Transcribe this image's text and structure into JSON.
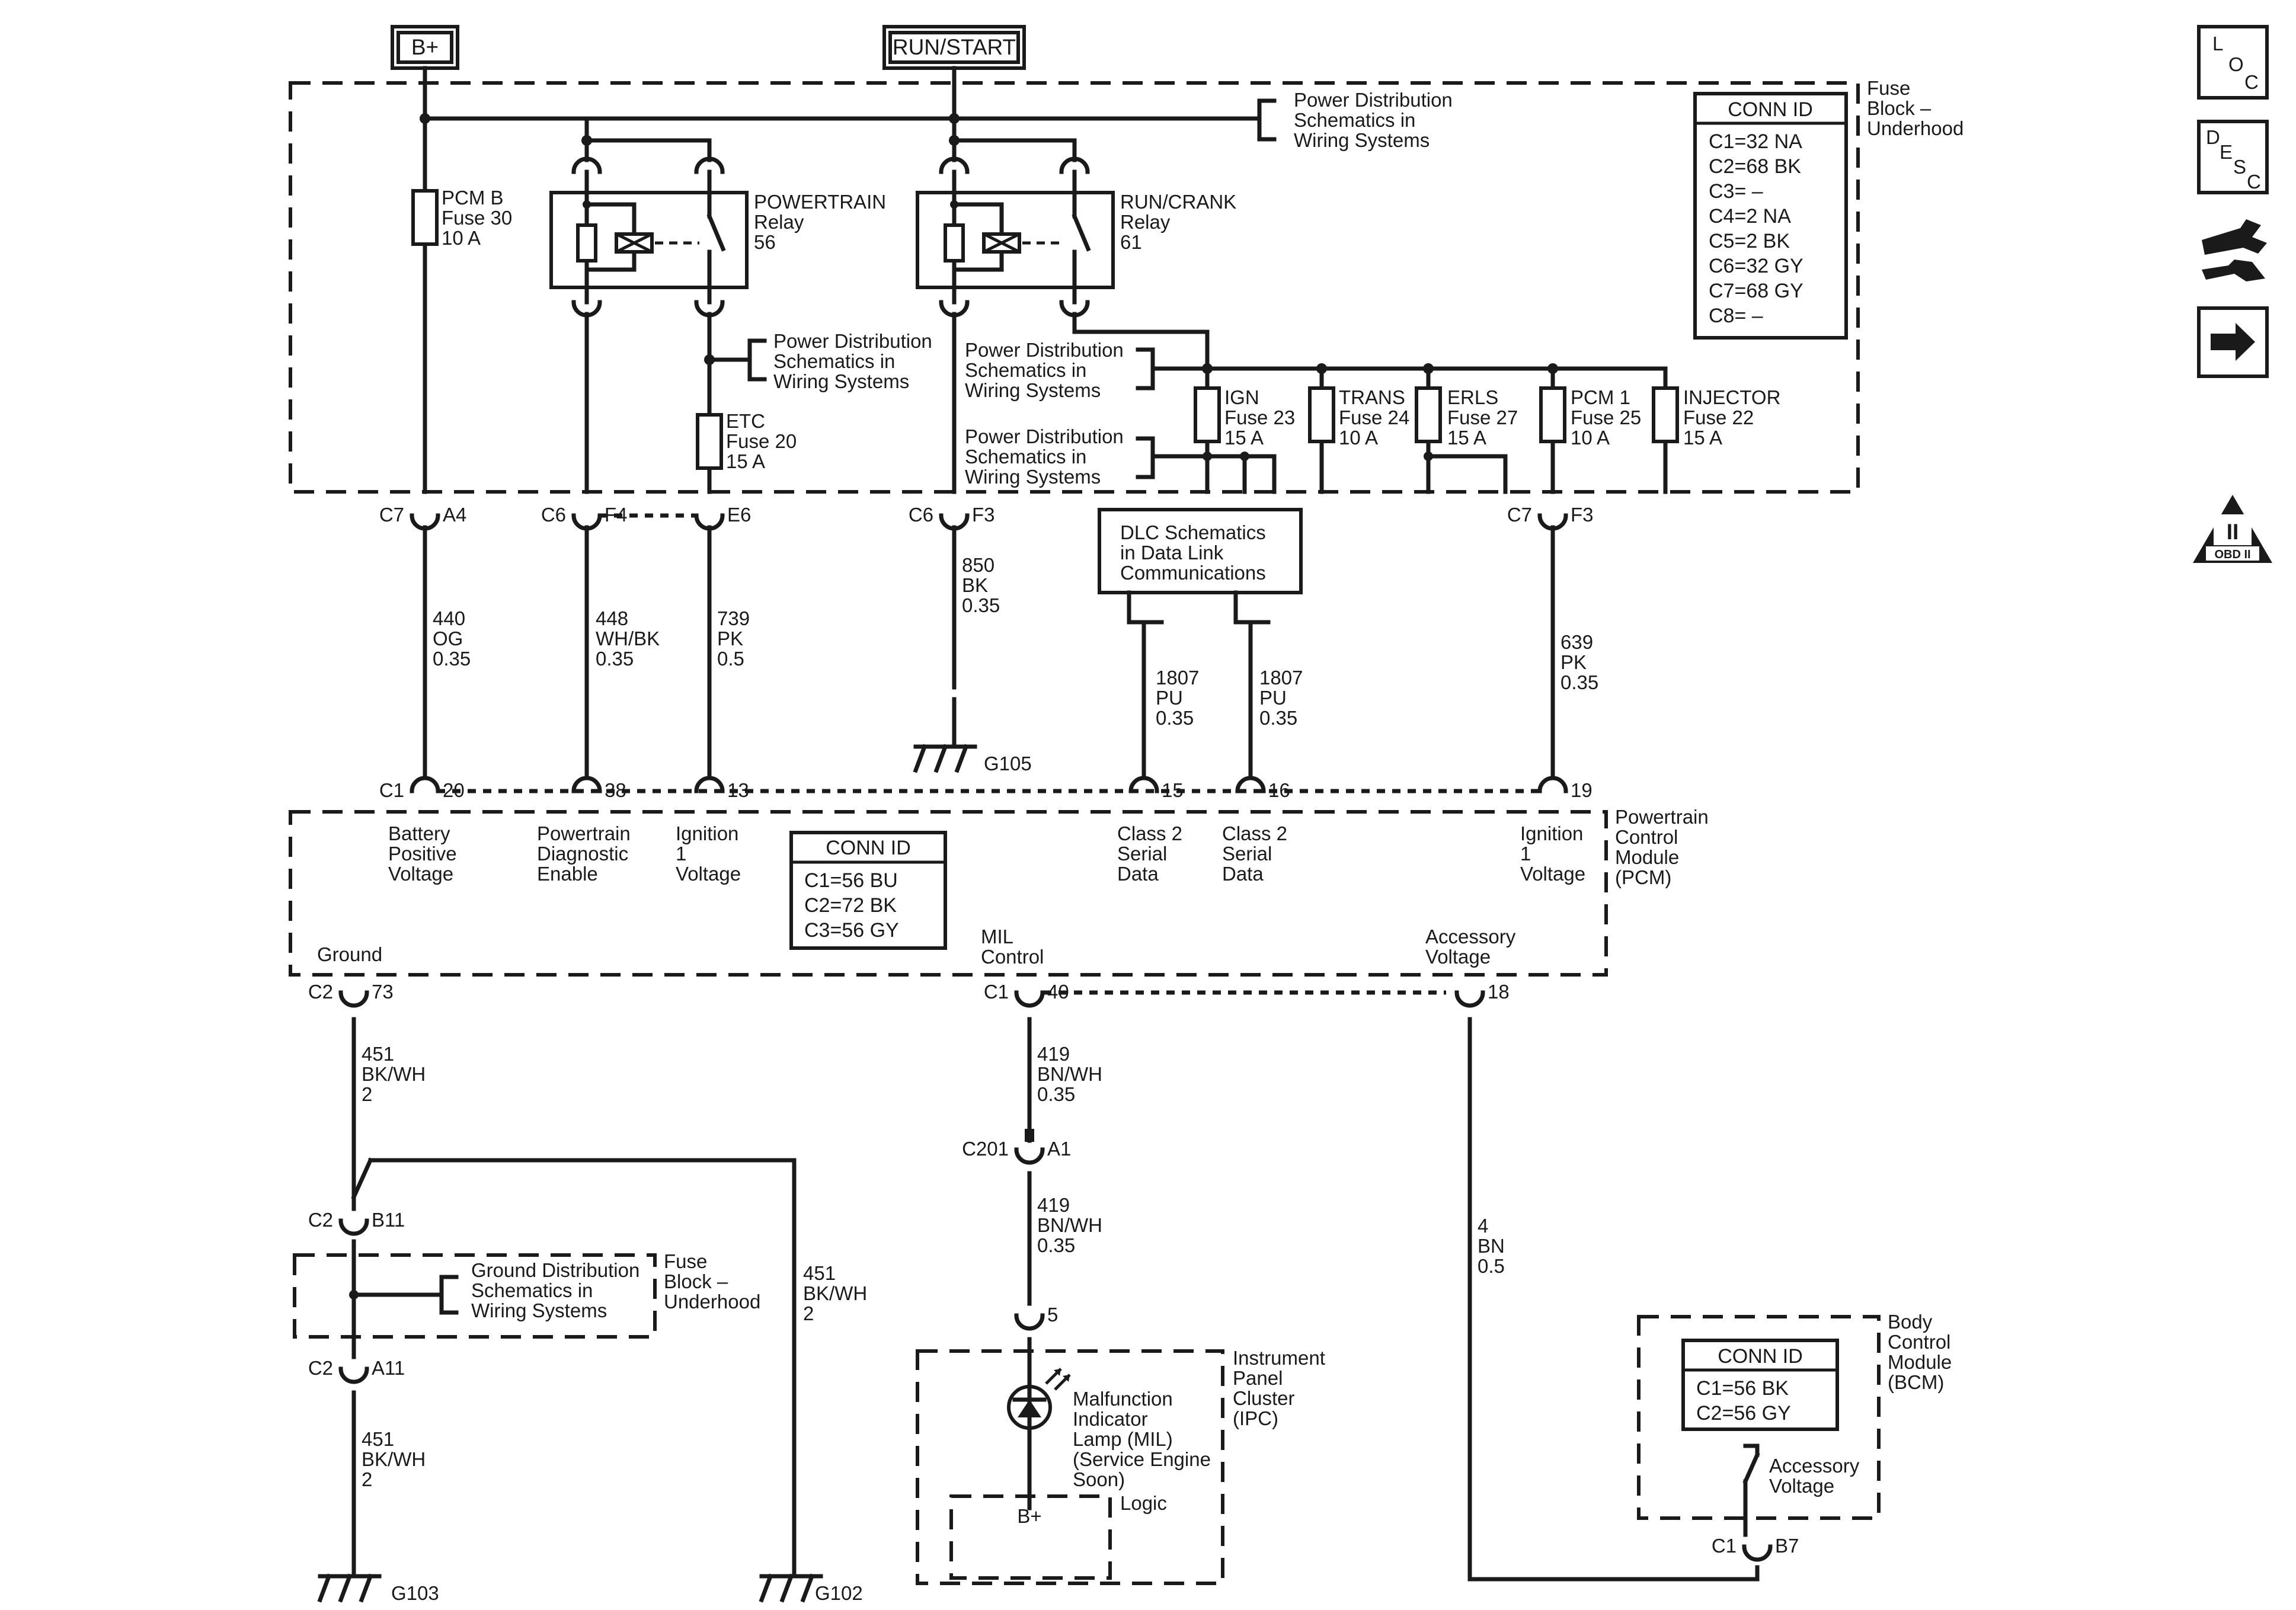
{
  "supply": {
    "bplus": "B+",
    "run_start": "RUN/START"
  },
  "side_icons": {
    "loc": [
      "L",
      "O",
      "C"
    ],
    "desc": [
      "D",
      "E",
      "S",
      "C"
    ],
    "obd": "OBD II",
    "obd_roman": "II"
  },
  "fuse_block": {
    "label": [
      "Fuse",
      "Block –",
      "Underhood"
    ],
    "conn_id": {
      "title": "CONN ID",
      "rows": [
        "C1=32 NA",
        "C2=68 BK",
        "C3= –",
        "C4=2 NA",
        "C5=2 BK",
        "C6=32 GY",
        "C7=68 GY",
        "C8= –"
      ]
    },
    "pd_ref_top": [
      "Power Distribution",
      "Schematics in",
      "Wiring Systems"
    ],
    "pd_ref_etc": [
      "Power Distribution",
      "Schematics in",
      "Wiring Systems"
    ],
    "pd_ref_mid": [
      "Power Distribution",
      "Schematics in",
      "Wiring Systems"
    ],
    "pd_ref_low": [
      "Power Distribution",
      "Schematics in",
      "Wiring Systems"
    ],
    "pcm_b_fuse": [
      "PCM B",
      "Fuse 30",
      "10 A"
    ],
    "powertrain_relay": [
      "POWERTRAIN",
      "Relay",
      "56"
    ],
    "run_crank_relay": [
      "RUN/CRANK",
      "Relay",
      "61"
    ],
    "etc_fuse": [
      "ETC",
      "Fuse 20",
      "15 A"
    ],
    "ign_fuse": [
      "IGN",
      "Fuse 23",
      "15 A"
    ],
    "trans_fuse": [
      "TRANS",
      "Fuse 24",
      "10 A"
    ],
    "erls_fuse": [
      "ERLS",
      "Fuse 27",
      "15 A"
    ],
    "pcm1_fuse": [
      "PCM 1",
      "Fuse 25",
      "10 A"
    ],
    "injector_fuse": [
      "INJECTOR",
      "Fuse 22",
      "15 A"
    ]
  },
  "connectors": {
    "c7_a4": [
      "C7",
      "A4"
    ],
    "c6_f4": [
      "C6",
      "F4"
    ],
    "e6": "E6",
    "c6_f3": [
      "C6",
      "F3"
    ],
    "c7_f3": [
      "C7",
      "F3"
    ],
    "pcm_c1": [
      "C1",
      "20"
    ],
    "p38": "38",
    "p13": "13",
    "p15": "15",
    "p16": "16",
    "p19": "19",
    "c2_73": [
      "C2",
      "73"
    ],
    "c1_40": [
      "C1",
      "40"
    ],
    "p18": "18",
    "c201_a1": [
      "C201",
      "A1"
    ],
    "p5": "5",
    "c2_b11": [
      "C2",
      "B11"
    ],
    "c2_a11": [
      "C2",
      "A11"
    ],
    "c1_b7": [
      "C1",
      "B7"
    ]
  },
  "wires": {
    "w440": [
      "440",
      "OG",
      "0.35"
    ],
    "w448": [
      "448",
      "WH/BK",
      "0.35"
    ],
    "w739": [
      "739",
      "PK",
      "0.5"
    ],
    "w850": [
      "850",
      "BK",
      "0.35"
    ],
    "w1807a": [
      "1807",
      "PU",
      "0.35"
    ],
    "w1807b": [
      "1807",
      "PU",
      "0.35"
    ],
    "w639": [
      "639",
      "PK",
      "0.35"
    ],
    "w451a": [
      "451",
      "BK/WH",
      "2"
    ],
    "w451b": [
      "451",
      "BK/WH",
      "2"
    ],
    "w451c": [
      "451",
      "BK/WH",
      "2"
    ],
    "w419a": [
      "419",
      "BN/WH",
      "0.35"
    ],
    "w419b": [
      "419",
      "BN/WH",
      "0.35"
    ],
    "w4": [
      "4",
      "BN",
      "0.5"
    ]
  },
  "grounds": {
    "g105": "G105",
    "g103": "G103",
    "g102": "G102"
  },
  "dlc": [
    "DLC Schematics",
    "in Data Link",
    "Communications"
  ],
  "pcm": {
    "label": [
      "Powertrain",
      "Control",
      "Module",
      "(PCM)"
    ],
    "battery": [
      "Battery",
      "Positive",
      "Voltage"
    ],
    "diag": [
      "Powertrain",
      "Diagnostic",
      "Enable"
    ],
    "ign_left": [
      "Ignition",
      "1",
      "Voltage"
    ],
    "class2a": [
      "Class 2",
      "Serial",
      "Data"
    ],
    "class2b": [
      "Class 2",
      "Serial",
      "Data"
    ],
    "ign_right": [
      "Ignition",
      "1",
      "Voltage"
    ],
    "ground": "Ground",
    "mil": [
      "MIL",
      "Control"
    ],
    "acc": [
      "Accessory",
      "Voltage"
    ],
    "conn_id": {
      "title": "CONN ID",
      "rows": [
        "C1=56 BU",
        "C2=72 BK",
        "C3=56 GY"
      ]
    }
  },
  "ground_dist": {
    "ref": [
      "Ground Distribution",
      "Schematics in",
      "Wiring Systems"
    ],
    "label": [
      "Fuse",
      "Block –",
      "Underhood"
    ]
  },
  "ipc": {
    "label": [
      "Instrument",
      "Panel",
      "Cluster",
      "(IPC)"
    ],
    "mil_lamp": [
      "Malfunction",
      "Indicator",
      "Lamp (MIL)",
      "(Service Engine",
      "Soon)"
    ],
    "logic": "Logic",
    "bplus": "B+"
  },
  "bcm": {
    "label": [
      "Body",
      "Control",
      "Module",
      "(BCM)"
    ],
    "conn_id": {
      "title": "CONN ID",
      "rows": [
        "C1=56 BK",
        "C2=56 GY"
      ]
    },
    "acc": [
      "Accessory",
      "Voltage"
    ]
  }
}
